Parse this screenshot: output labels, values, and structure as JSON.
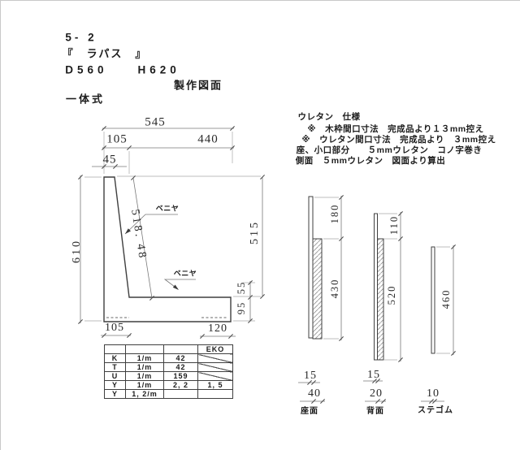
{
  "header": {
    "drawing_no": "5- 2",
    "product_name": "『　ラパス　』",
    "size_line": "D560　　H620",
    "doc_title": "製作図面",
    "construction": "一体式"
  },
  "urethane_notes": {
    "title": "ウレタン　仕様",
    "lines": [
      "※　木枠間口寸法　完成品より１３mm控え",
      "※　ウレタン間口寸法　完成品より　３mm控え",
      "座、小口部分　　５mmウレタン　コノ字巻き",
      "側面　５mmウレタン　図面より算出"
    ]
  },
  "main_drawing": {
    "width_total": "545",
    "width_back": "105",
    "width_seat": "440",
    "back_top": "45",
    "height_total": "610",
    "back_slant": "518. 48",
    "height_seat_to_top": "515",
    "front_edge_upper": "55",
    "front_edge_lower": "95",
    "base_left": "105",
    "base_front": "120",
    "plywood_back_label": "ベニヤ",
    "plywood_seat_label": "ベニヤ"
  },
  "spec_table": {
    "brand": "EKO",
    "rows": [
      [
        "K",
        "1/m",
        "42",
        ""
      ],
      [
        "T",
        "1/m",
        "42",
        ""
      ],
      [
        "U",
        "1/m",
        "159",
        ""
      ],
      [
        "Y",
        "1/m",
        "2, 2",
        "1, 5"
      ],
      [
        "Y",
        "1, 2/m",
        "",
        ""
      ]
    ]
  },
  "panels": {
    "seat": {
      "top_gap": "180",
      "hatch_len": "430",
      "bar_t": "15",
      "panel_t": "40",
      "label": "座面"
    },
    "back": {
      "top_gap": "110",
      "hatch_len": "520",
      "bar_t": "15",
      "panel_t": "20",
      "label": "背面"
    },
    "stay": {
      "length": "460",
      "panel_t": "10",
      "label": "ステゴム"
    }
  }
}
